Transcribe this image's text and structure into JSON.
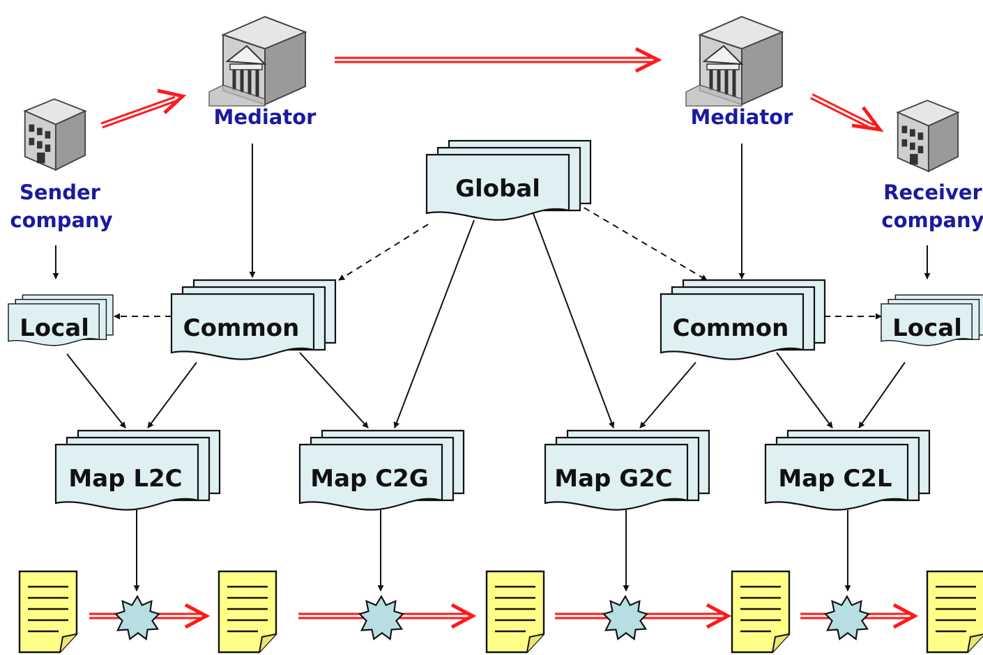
{
  "labels": {
    "mediator_left": "Mediator",
    "mediator_right": "Mediator",
    "sender_line1": "Sender",
    "sender_line2": "company",
    "receiver_line1": "Receiver",
    "receiver_line2": "company"
  },
  "docs": {
    "global": "Global",
    "local_left": "Local",
    "common_left": "Common",
    "common_right": "Common",
    "local_right": "Local",
    "map_l2c": "Map L2C",
    "map_c2g": "Map C2G",
    "map_g2c": "Map G2C",
    "map_c2l": "Map C2L"
  },
  "colors": {
    "label_blue": "#1a1aa0",
    "doc_fill": "#dff0f3",
    "flow_red": "#ff1a1a",
    "message_yellow": "#ffff88",
    "transform_fill": "#b7dfe3"
  }
}
